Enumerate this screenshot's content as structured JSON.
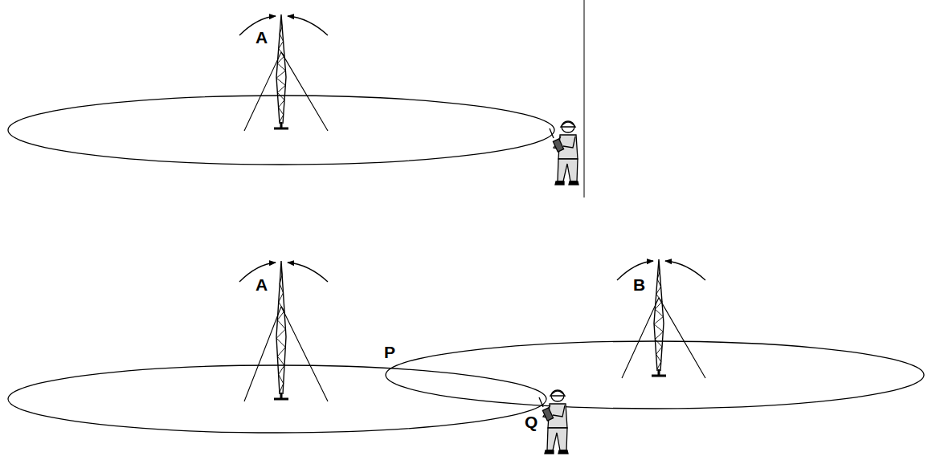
{
  "diagram": {
    "labels": [
      "A",
      "A",
      "B",
      "P",
      "Q"
    ]
  }
}
